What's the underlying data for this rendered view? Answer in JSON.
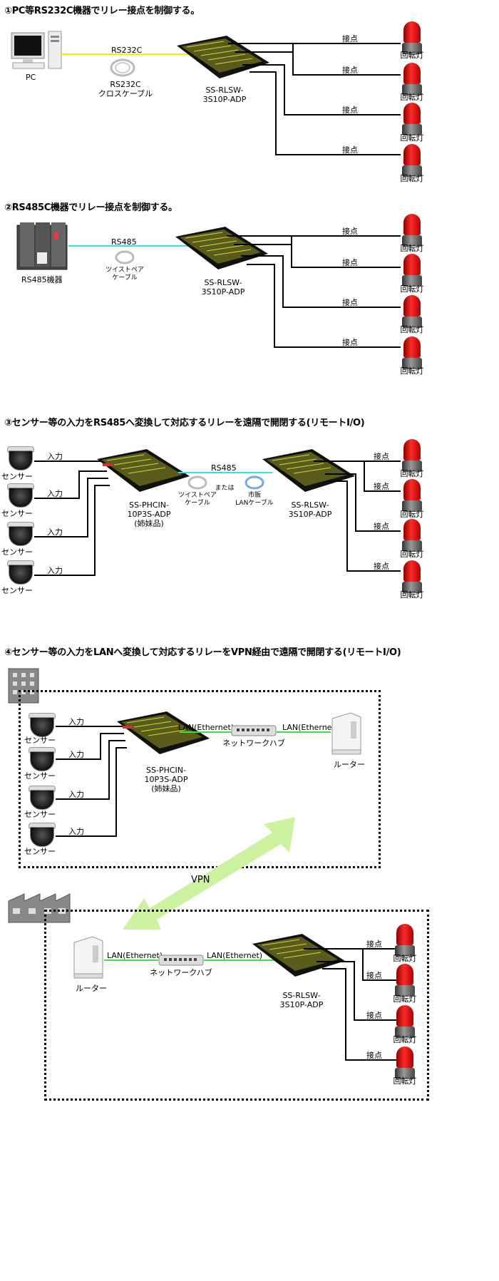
{
  "sections": [
    {
      "title": "①PC等RS232C機器でリレー接点を制御する。"
    },
    {
      "title": "②RS485C機器でリレー接点を制御する。"
    },
    {
      "title": "③センサー等の入力をRS485へ変換して対応するリレーを遠隔で開閉する(リモートI/O)"
    },
    {
      "title": "④センサー等の入力をLANへ変換して対応するリレーをVPN経由で遠隔で開閉する(リモートI/O)"
    }
  ],
  "labels": {
    "pc": "PC",
    "rs232c": "RS232C",
    "rs232c_cable_1": "RS232C",
    "rs232c_cable_2": "クロスケーブル",
    "relay_1": "SS-RLSW-",
    "relay_2": "3S10P-ADP",
    "contact": "接点",
    "lamp": "回転灯",
    "rs485_device": "RS485機器",
    "rs485": "RS485",
    "twisted_1": "ツイストペア",
    "twisted_2": "ケーブル",
    "sensor": "センサー",
    "input": "入力",
    "phcin_1": "SS-PHCIN-",
    "phcin_2": "10P3S-ADP",
    "phcin_3": "(姉妹品)",
    "or": "または",
    "lan_cable_1": "市販",
    "lan_cable_2": "LANケーブル",
    "lan_ethernet": "LAN(Ethernet)",
    "network_hub": "ネットワークハブ",
    "router": "ルーター",
    "vpn": "VPN"
  }
}
